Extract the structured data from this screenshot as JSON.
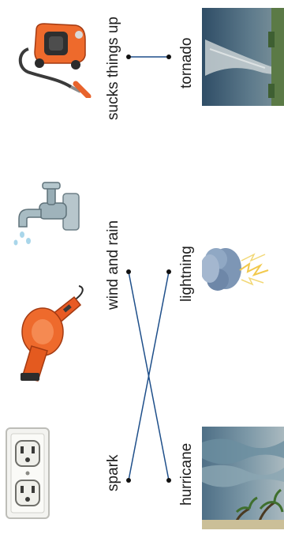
{
  "exercise": {
    "top_labels": [
      "spark",
      "wind and rain",
      "sucks things up"
    ],
    "bottom_labels": [
      "hurricane",
      "lightning",
      "tornado"
    ],
    "matches": [
      {
        "from": "spark",
        "to": "lightning"
      },
      {
        "from": "wind and rain",
        "to": "hurricane"
      },
      {
        "from": "sucks things up",
        "to": "tornado"
      }
    ],
    "line_color": "#1e4f8a",
    "dot_color": "#111111"
  }
}
